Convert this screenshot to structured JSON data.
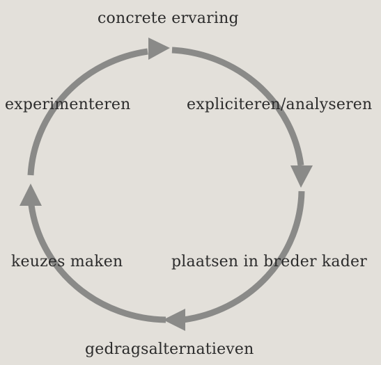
{
  "cycle": {
    "stage_top": "concrete ervaring",
    "stage_right_upper": "expliciteren/analyseren",
    "stage_right_lower": "plaatsen in breder kader",
    "stage_bottom": "gedragsalternatieven",
    "stage_left_lower": "keuzes maken",
    "stage_left_upper": "experimenteren"
  },
  "colors": {
    "background": "#e3e0da",
    "arc": "#8a8a88",
    "text": "#2b2b2b"
  }
}
